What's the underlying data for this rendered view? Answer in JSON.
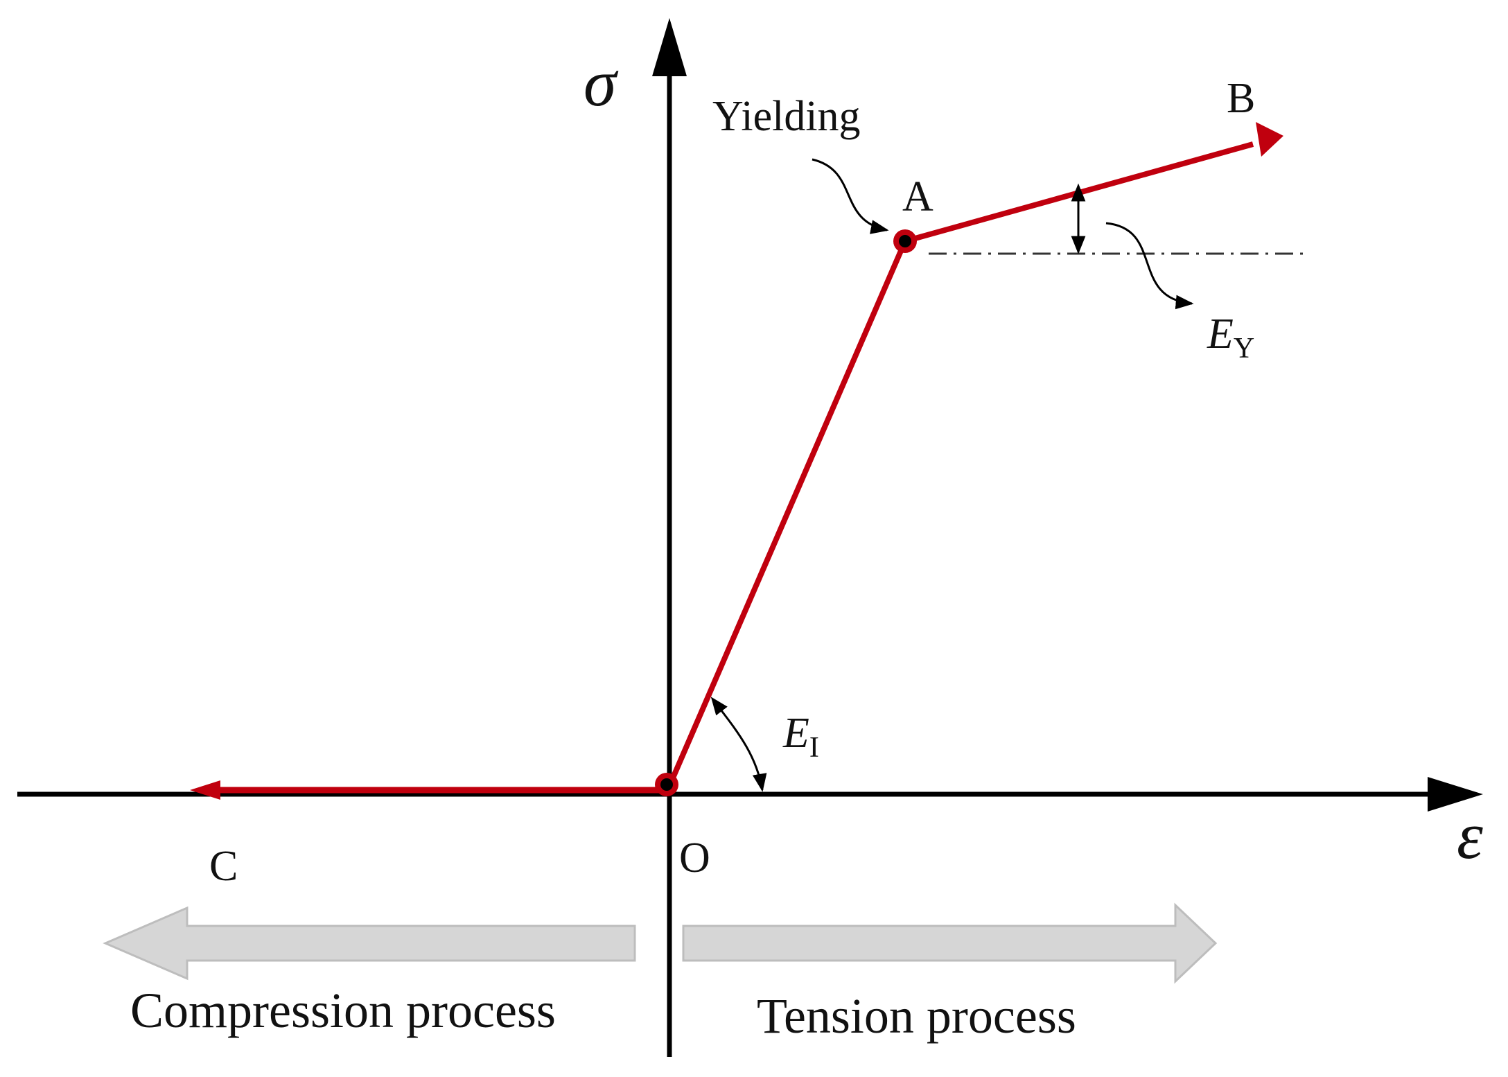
{
  "figure": {
    "axes": {
      "y_symbol": "σ",
      "x_symbol": "ε",
      "origin_label": "O"
    },
    "points": {
      "A": "A",
      "B": "B",
      "C": "C"
    },
    "annotations": {
      "yielding": "Yielding",
      "initial_modulus": {
        "base": "E",
        "sub": "I"
      },
      "yield_modulus": {
        "base": "E",
        "sub": "Y"
      }
    },
    "process_arrows": {
      "compression": "Compression process",
      "tension": "Tension process"
    },
    "colors": {
      "curve": "#c0000e",
      "axis": "#000000",
      "process_arrow_fill": "#d6d6d6",
      "process_arrow_stroke": "#bdbdbd",
      "text": "#111111"
    }
  }
}
